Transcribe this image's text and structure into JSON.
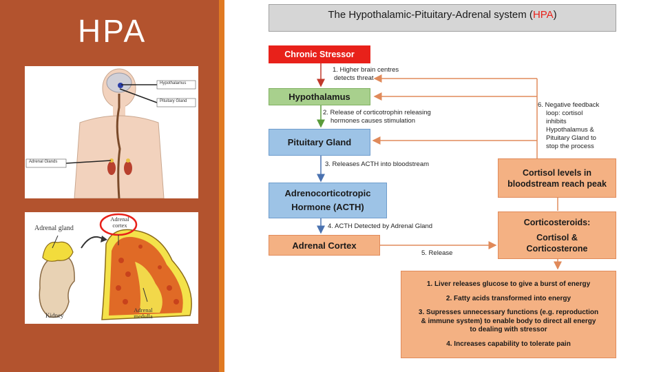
{
  "slide": {
    "title": "HPA"
  },
  "top_image": {
    "labels": {
      "hypothalamus": "Hypothalamus",
      "pituitary": "Pituitary Gland",
      "adrenal": "Adrenal Glands"
    }
  },
  "bottom_image": {
    "labels": {
      "adrenal_gland": "Adrenal gland",
      "adrenal_cortex": "Adrenal cortex",
      "kidney": "Kidney",
      "adrenal_medulla": "Adrenal medulla"
    }
  },
  "diagram": {
    "title_prefix": "The Hypothalamic-Pituitary-Adrenal system (",
    "title_highlight": "HPA",
    "title_suffix": ")",
    "boxes": {
      "stressor": "Chronic Stressor",
      "hypothalamus": "Hypothalamus",
      "pituitary": "Pituitary Gland",
      "acth_line1": "Adrenocorticotropic",
      "acth_line2": "Hormone (ACTH)",
      "adrenal_cortex": "Adrenal Cortex",
      "cortisol_levels": "Cortisol levels in bloodstream reach peak",
      "corticosteroids_line1": "Corticosteroids:",
      "corticosteroids_line2": "Cortisol &",
      "corticosteroids_line3": "Corticosterone"
    },
    "steps": {
      "step1_line1": "1. Higher brain centres",
      "step1_line2": "detects threat",
      "step2_line1": "2. Release of corticotrophin releasing",
      "step2_line2": "hormones causes stimulation",
      "step3": "3. Releases ACTH into bloodstream",
      "step4": "4. ACTH Detected by Adrenal Gland",
      "step5": "5. Release",
      "step6_line1": "6. Negative feedback",
      "step6_line2": "loop: cortisol",
      "step6_line3": "inhibits",
      "step6_line4": "Hypothalamus &",
      "step6_line5": "Pituitary Gland to",
      "step6_line6": "stop the process"
    },
    "effects": {
      "e1": "1. Liver releases glucose to give a burst of energy",
      "e2": "2. Fatty acids transformed into energy",
      "e3_line1": "3. Supresses unnecessary functions (e.g. reproduction",
      "e3_line2": "& immune system) to enable body to direct all energy",
      "e3_line3": "to dealing with stressor",
      "e4": "4. Increases capability to tolerate pain"
    }
  },
  "colors": {
    "sidebar": "#b3532e",
    "stressor": "#e8211a",
    "green_box": "#a8d08d",
    "blue_box": "#9dc3e6",
    "orange_box": "#f4b183",
    "highlight": "#e8211a"
  }
}
